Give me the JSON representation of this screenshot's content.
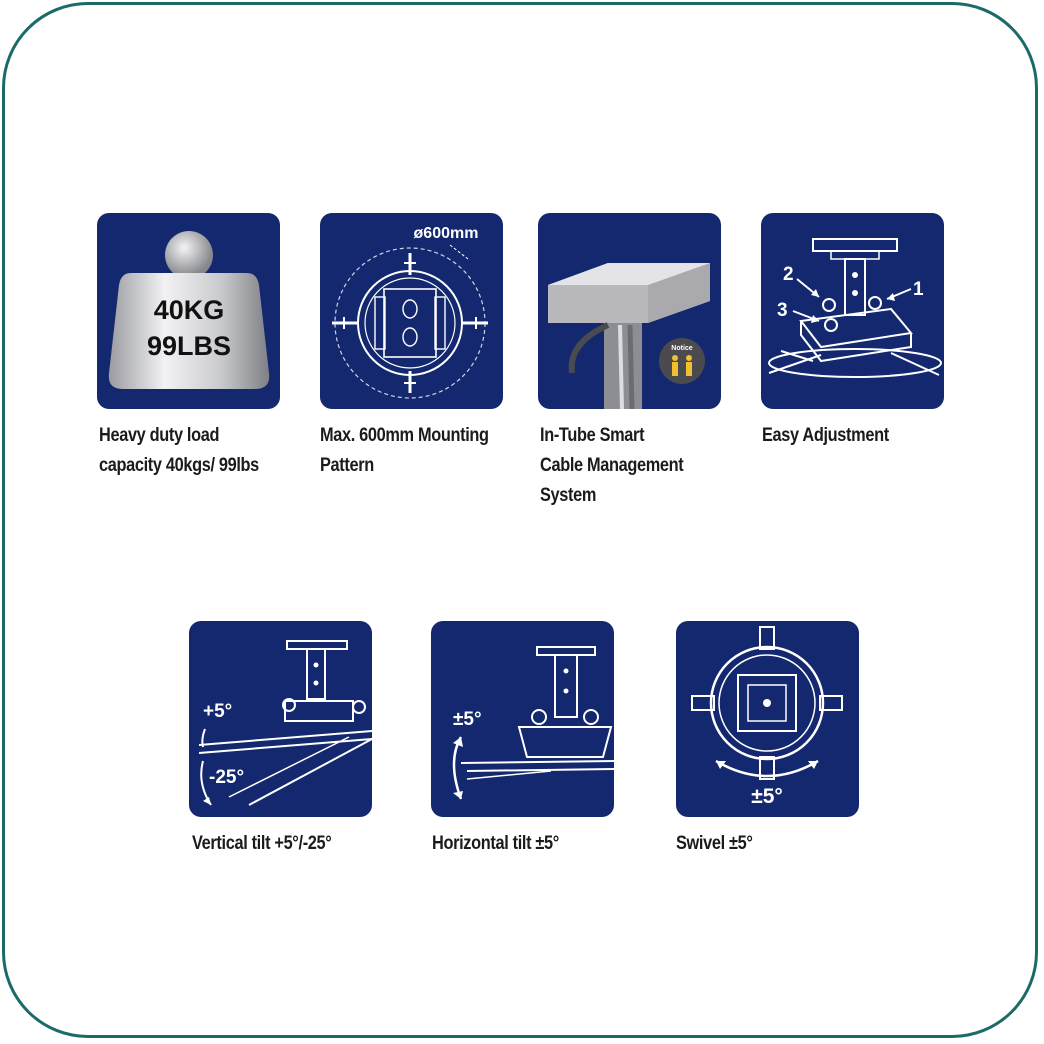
{
  "colors": {
    "frame": "#1a6a66",
    "tile": "#13286e",
    "text": "#1b1b1b"
  },
  "features": [
    {
      "icon": "weight-icon",
      "weight_lines": [
        "40KG",
        "99LBS"
      ],
      "caption": [
        "Heavy duty load",
        "capacity 40kgs/ 99lbs"
      ]
    },
    {
      "icon": "mounting-pattern-icon",
      "diameter_label": "ø600mm",
      "caption": [
        "Max. 600mm Mounting",
        "Pattern"
      ]
    },
    {
      "icon": "cable-management-icon",
      "notice_label": "Notice",
      "caption": [
        "In-Tube Smart",
        "Cable Management",
        "System"
      ]
    },
    {
      "icon": "easy-adjustment-icon",
      "markers": [
        "2",
        "1",
        "3"
      ],
      "caption": [
        "Easy Adjustment"
      ]
    },
    {
      "icon": "vertical-tilt-icon",
      "labels": [
        "+5°",
        "-25°"
      ],
      "caption": [
        "Vertical tilt +5°/-25°"
      ]
    },
    {
      "icon": "horizontal-tilt-icon",
      "labels": [
        "±5°"
      ],
      "caption": [
        "Horizontal tilt ±5°"
      ]
    },
    {
      "icon": "swivel-icon",
      "labels": [
        "±5°"
      ],
      "caption": [
        "Swivel ±5°"
      ]
    }
  ]
}
